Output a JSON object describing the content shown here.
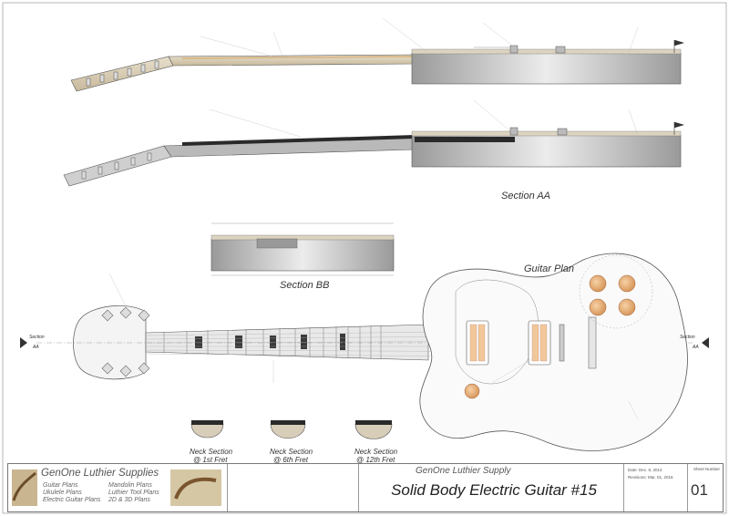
{
  "titles": {
    "section_aa": "Section AA",
    "section_bb": "Section BB",
    "guitar_plan": "Guitar Plan",
    "neck_section_1": "Neck Section",
    "neck_section_1_sub": "@ 1st Fret",
    "neck_section_6": "Neck Section",
    "neck_section_6_sub": "@ 6th Fret",
    "neck_section_12": "Neck Section",
    "neck_section_12_sub": "@ 12th Fret",
    "section_marker_left": "Section",
    "section_marker_right": "Section",
    "aa_left": "AA",
    "aa_right": "AA"
  },
  "title_block": {
    "brand": "GenOne Luthier Supplies",
    "products_left": [
      "Guitar Plans",
      "Ukulele Plans",
      "Electric Guitar Plans"
    ],
    "products_right": [
      "Mandolin Plans",
      "Luthier Tool Plans",
      "2D & 3D Plans"
    ],
    "company": "GenOne Luthier Supply",
    "drawing_title": "Solid Body Electric Guitar #15",
    "date": "Date: Dec. 8, 2014",
    "revision": "Revisions: Mar. 01, 2016",
    "sheet_label": "Sheet Number",
    "sheet_number": "01"
  },
  "colors": {
    "outline": "#555555",
    "maple_neck": "#d8cdb8",
    "body_wood": "#c4c4c4",
    "knob": "#e8b27a",
    "pickup_bobbin": "#f2c89a",
    "fretboard_dark": "#2a2a2a"
  }
}
